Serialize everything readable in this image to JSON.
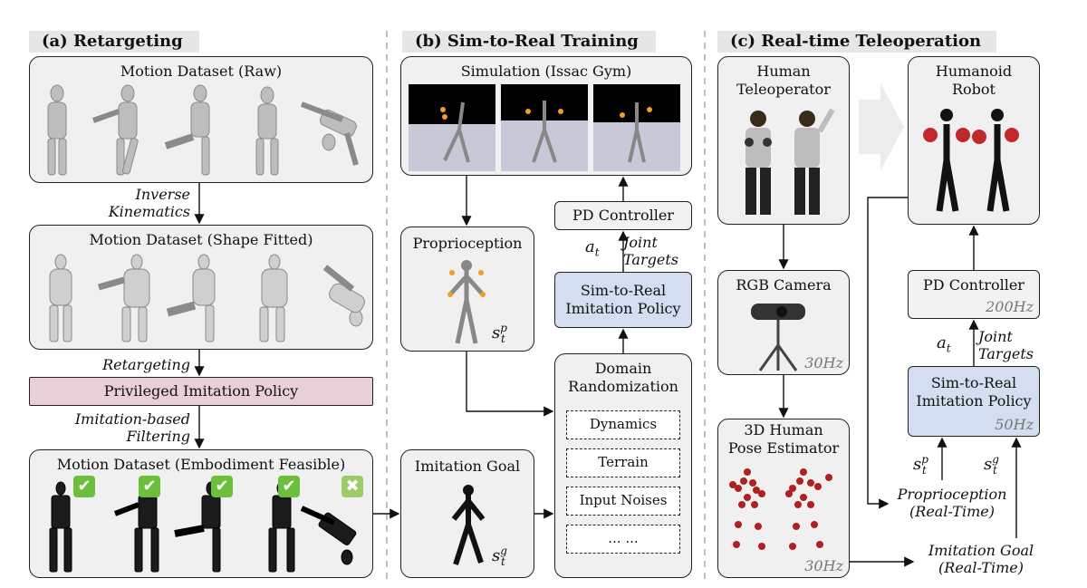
{
  "sections": {
    "a": "(a) Retargeting",
    "b": "(b) Sim-to-Real Training",
    "c": "(c) Real-time Teleoperation"
  },
  "retargeting": {
    "raw_title": "Motion Dataset (Raw)",
    "ik_label": "Inverse\nKinematics",
    "shape_title": "Motion Dataset (Shape Fitted)",
    "retarget_label": "Retargeting",
    "priv_policy": "Privileged Imitation Policy",
    "filter_label": "Imitation-based\nFiltering",
    "feasible_title": "Motion Dataset (Embodiment Feasible)",
    "checks": [
      "✔",
      "✔",
      "✔",
      "✔",
      "✖"
    ]
  },
  "training": {
    "sim_title": "Simulation (Issac Gym)",
    "pd": "PD Controller",
    "a_t": "a",
    "a_sub": "t",
    "joint_targets": "Joint\nTargets",
    "proprio": "Proprioception",
    "s_tp": "s",
    "s_tp_sup": "p",
    "s_tp_sub": "t",
    "policy": "Sim-to-Real\nImitation Policy",
    "dr_title": "Domain\nRandomization",
    "dr_items": [
      "Dynamics",
      "Terrain",
      "Input Noises",
      "... ..."
    ],
    "goal": "Imitation Goal",
    "s_tg": "s",
    "s_tg_sup": "g",
    "s_tg_sub": "t"
  },
  "teleop": {
    "human": "Human\nTeleoperator",
    "robot": "Humanoid\nRobot",
    "camera": "RGB Camera",
    "camera_hz": "30Hz",
    "pose": "3D Human\nPose Estimator",
    "pose_hz": "30Hz",
    "pd": "PD Controller",
    "pd_hz": "200Hz",
    "a_t": "a",
    "a_sub": "t",
    "joint_targets": "Joint\nTargets",
    "policy": "Sim-to-Real\nImitation Policy",
    "policy_hz": "50Hz",
    "proprio_rt": "Proprioception\n(Real-Time)",
    "goal_rt": "Imitation Goal\n(Real-Time)"
  }
}
